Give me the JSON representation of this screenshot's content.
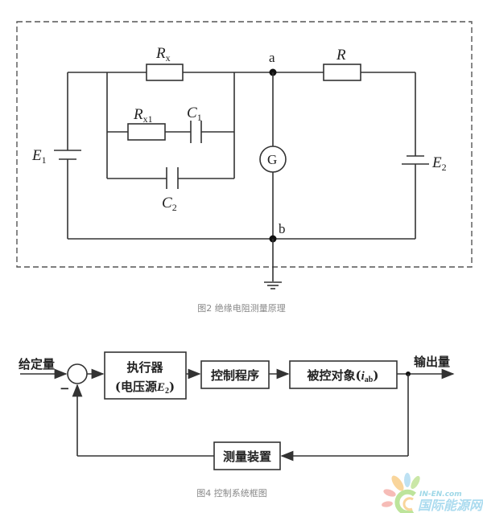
{
  "figure2": {
    "caption": "图2 绝缘电阻测量原理",
    "components": {
      "Rx": {
        "main": "R",
        "sub": "x"
      },
      "Rx1": {
        "main": "R",
        "sub": "x1"
      },
      "C1": {
        "main": "C",
        "sub": "1"
      },
      "C2": {
        "main": "C",
        "sub": "2"
      },
      "R": {
        "main": "R"
      },
      "E1": {
        "main": "E",
        "sub": "1"
      },
      "E2": {
        "main": "E",
        "sub": "2"
      },
      "G": "G"
    },
    "nodes": {
      "a": "a",
      "b": "b"
    }
  },
  "figure4": {
    "caption": "图4 控制系统框图",
    "input_label": "给定量",
    "output_label": "输出量",
    "minus_sign": "−",
    "blocks": {
      "actuator_line1": "执行器",
      "actuator_line2_prefix": "(电压源",
      "actuator_line2_var": "E",
      "actuator_line2_sub": "2",
      "actuator_line2_suffix": ")",
      "control_program": "控制程序",
      "plant_prefix": "被控对象(",
      "plant_var": "i",
      "plant_sub": "ab",
      "plant_suffix": ")",
      "measurement": "测量装置"
    }
  },
  "watermark": {
    "line1": "IN-EN.com",
    "line2": "国际能源网"
  }
}
